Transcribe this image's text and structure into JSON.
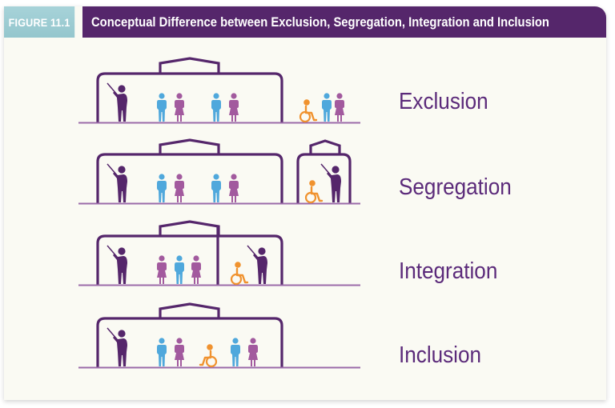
{
  "figure": {
    "number_label": "FIGURE 11.1",
    "title": "Conceptual Difference between Exclusion, Segregation, Integration and Inclusion"
  },
  "colors": {
    "header_teal": "#9dcbd2",
    "header_purple": "#55266b",
    "building_outline": "#55266b",
    "ground_line": "#9b6aa8",
    "teacher": "#55266b",
    "boy": "#4fa8dc",
    "girl": "#a25a9e",
    "wheelchair_user": "#f0922e",
    "label_text": "#5b2a7a",
    "background": "#fafaf3"
  },
  "rows": [
    {
      "label": "Exclusion",
      "description": "One classroom with teacher and non-disabled students; wheelchair user and two other children outside the building",
      "inside": [
        "teacher",
        "boy",
        "girl",
        "boy",
        "girl"
      ],
      "outside": [
        "wheelchair_user",
        "boy",
        "girl"
      ]
    },
    {
      "label": "Segregation",
      "description": "Main classroom with teacher and non-disabled students; separate small building with its own teacher and wheelchair user",
      "inside": [
        "teacher",
        "boy",
        "girl",
        "boy",
        "girl"
      ],
      "separate_building": [
        "wheelchair_user",
        "teacher"
      ]
    },
    {
      "label": "Integration",
      "description": "Same building divided by a wall; wheelchair user with a separate teacher in the partitioned section",
      "inside_left": [
        "teacher",
        "girl",
        "boy",
        "girl"
      ],
      "inside_right": [
        "wheelchair_user",
        "teacher"
      ]
    },
    {
      "label": "Inclusion",
      "description": "One classroom where all children learn together with one teacher, wheelchair user in the middle",
      "inside": [
        "teacher",
        "boy",
        "girl",
        "wheelchair_user",
        "boy",
        "girl"
      ]
    }
  ]
}
